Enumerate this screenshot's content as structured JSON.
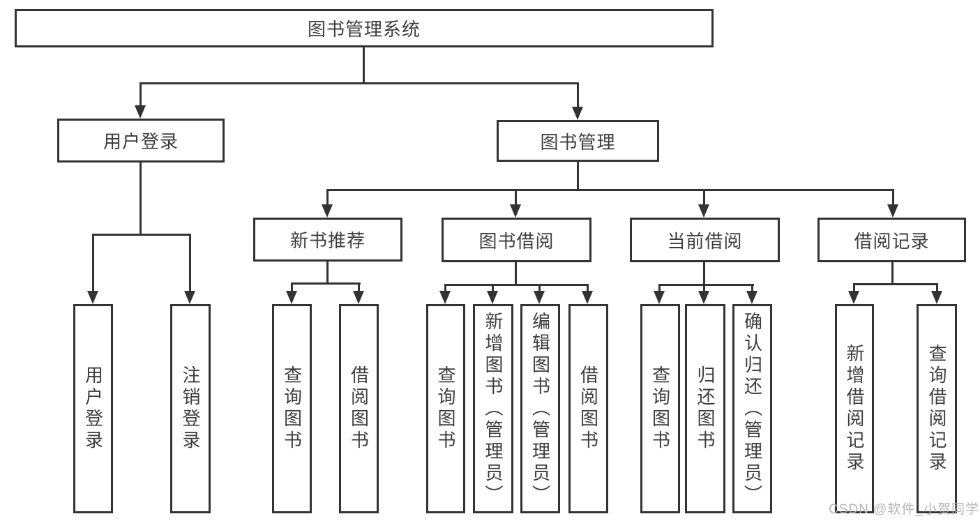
{
  "diagram_type": "hierarchy-tree",
  "tree": {
    "label": "图书管理系统",
    "children": [
      {
        "label": "用户登录",
        "children": [
          {
            "label": "用户登录"
          },
          {
            "label": "注销登录"
          }
        ]
      },
      {
        "label": "图书管理",
        "children": [
          {
            "label": "新书推荐",
            "children": [
              {
                "label": "查询图书"
              },
              {
                "label": "借阅图书"
              }
            ]
          },
          {
            "label": "图书借阅",
            "children": [
              {
                "label": "查询图书"
              },
              {
                "label": "新增图书（管理员）"
              },
              {
                "label": "编辑图书（管理员）"
              },
              {
                "label": "借阅图书"
              }
            ]
          },
          {
            "label": "当前借阅",
            "children": [
              {
                "label": "查询图书"
              },
              {
                "label": "归还图书"
              },
              {
                "label": "确认归还（管理员）"
              }
            ]
          },
          {
            "label": "借阅记录",
            "children": [
              {
                "label": "新增借阅记录"
              },
              {
                "label": "查询借阅记录"
              }
            ]
          }
        ]
      }
    ]
  },
  "watermark": {
    "text": "CSDN @软件_小贺同学"
  },
  "colors": {
    "line": "#333333",
    "box_border": "#333333",
    "text": "#3d3d3d",
    "box_background": "#ffffff",
    "page_background": "#ffffff",
    "watermark_text": "#b5b5b5"
  }
}
